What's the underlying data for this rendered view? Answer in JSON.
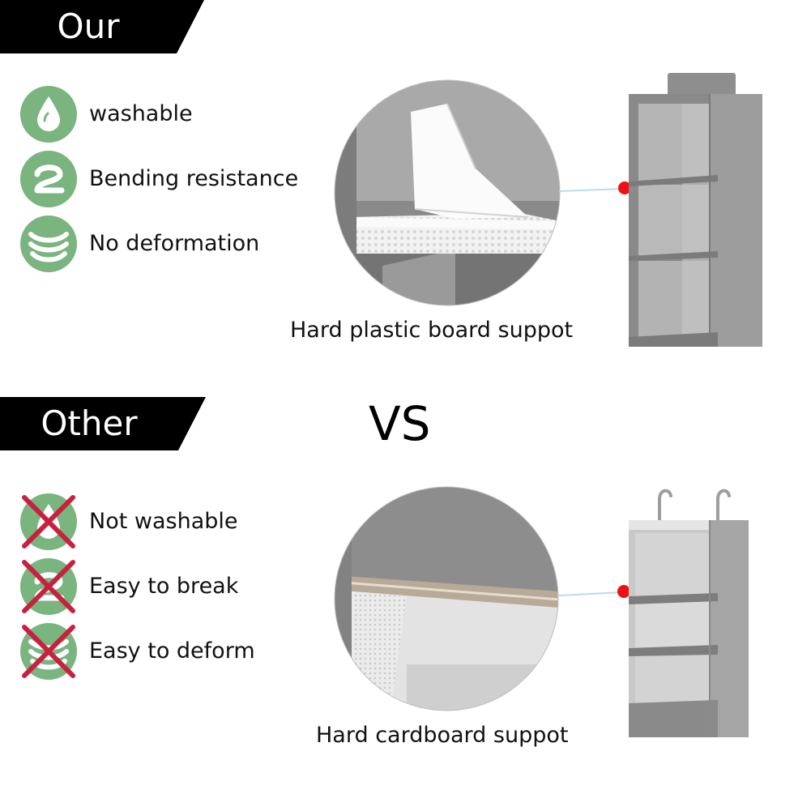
{
  "colors": {
    "icon_green": "#7ab47e",
    "cross_red": "#c8203f",
    "dot_red": "#ee1111",
    "fabric_gray": "#8f8f8f",
    "banner_black": "#000000"
  },
  "our": {
    "title": "Our",
    "features": [
      {
        "icon": "water-drop-icon",
        "label": "washable"
      },
      {
        "icon": "bend-board-icon",
        "label": "Bending resistance"
      },
      {
        "icon": "flat-board-icon",
        "label": "No deformation"
      }
    ],
    "caption": "Hard plastic board suppot"
  },
  "vs_label": "VS",
  "other": {
    "title": "Other",
    "features": [
      {
        "icon": "crossed-water-drop-icon",
        "label": "Not washable"
      },
      {
        "icon": "crossed-bend-board-icon",
        "label": "Easy to break"
      },
      {
        "icon": "crossed-flat-board-icon",
        "label": "Easy to deform"
      }
    ],
    "caption": "Hard cardboard suppot"
  }
}
